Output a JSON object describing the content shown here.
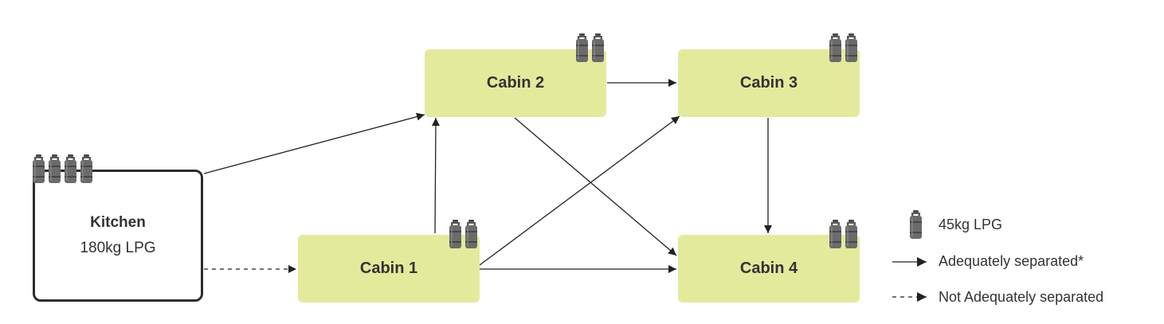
{
  "nodes": {
    "kitchen": {
      "label": "Kitchen",
      "sublabel": "180kg LPG",
      "bottles": 4
    },
    "cabin1": {
      "label": "Cabin 1",
      "bottles": 2
    },
    "cabin2": {
      "label": "Cabin 2",
      "bottles": 2
    },
    "cabin3": {
      "label": "Cabin 3",
      "bottles": 2
    },
    "cabin4": {
      "label": "Cabin 4",
      "bottles": 2
    }
  },
  "edges": [
    {
      "from": "kitchen",
      "to": "cabin2",
      "style": "solid"
    },
    {
      "from": "kitchen",
      "to": "cabin1",
      "style": "dashed"
    },
    {
      "from": "cabin1",
      "to": "cabin2",
      "style": "solid"
    },
    {
      "from": "cabin1",
      "to": "cabin3",
      "style": "solid"
    },
    {
      "from": "cabin1",
      "to": "cabin4",
      "style": "solid"
    },
    {
      "from": "cabin2",
      "to": "cabin3",
      "style": "solid"
    },
    {
      "from": "cabin2",
      "to": "cabin4",
      "style": "solid"
    },
    {
      "from": "cabin3",
      "to": "cabin4",
      "style": "solid"
    }
  ],
  "legend": {
    "bottle_label": "45kg LPG",
    "solid_label": "Adequately separated*",
    "dashed_label": "Not Adequately separated"
  },
  "colors": {
    "cabin_fill": "#e4ea9c",
    "kitchen_border": "#2d2d2d",
    "bottle_body": "#6b6b6b",
    "line": "#222222"
  },
  "icons": {
    "bottle": "gas-cylinder-icon"
  }
}
